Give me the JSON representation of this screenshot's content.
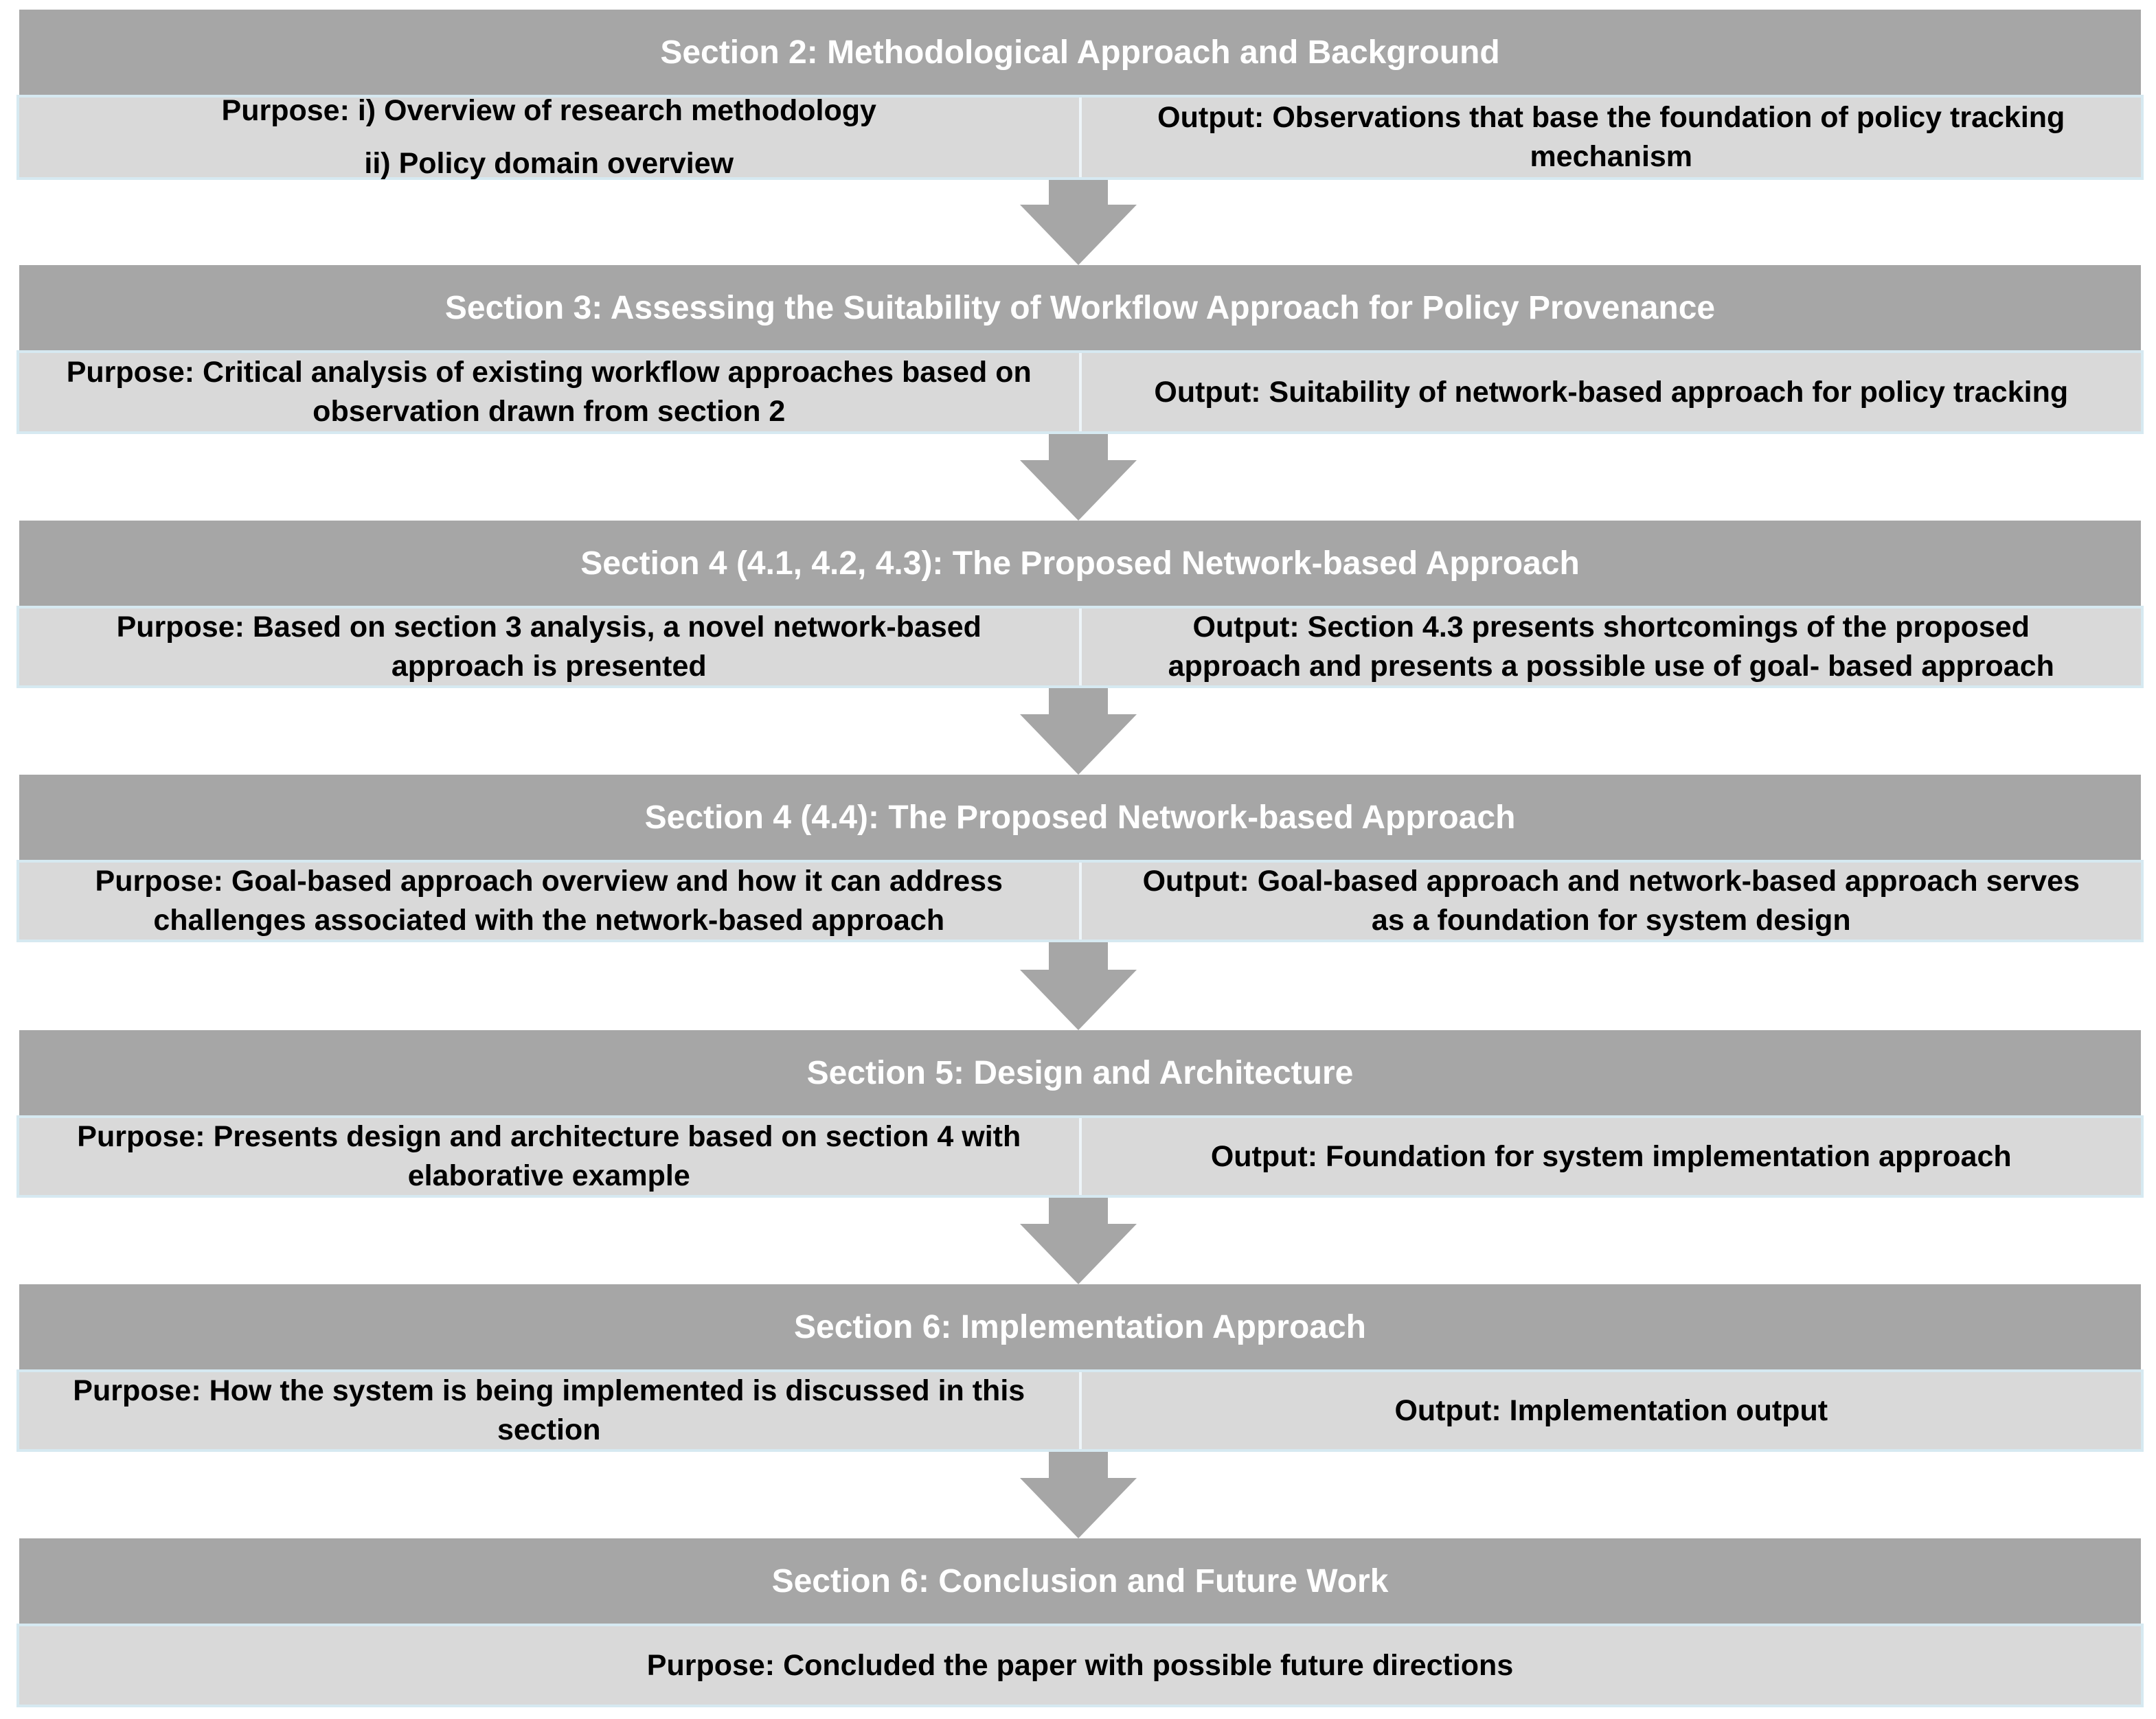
{
  "colors": {
    "header_fill": "#a6a6a6",
    "header_text": "#ffffff",
    "row_fill": "#d9d9d9",
    "row_border": "#d6e9f1",
    "arrow_fill": "#a6a6a6"
  },
  "sections": [
    {
      "title": "Section 2:  Methodological Approach and Background",
      "purpose_lines": [
        "Purpose: i) Overview of research methodology",
        "ii) Policy domain overview"
      ],
      "output_lines": [
        "Output:  Observations that base the foundation of policy tracking",
        "mechanism"
      ]
    },
    {
      "title": "Section 3: Assessing the Suitability of Workflow Approach for Policy Provenance",
      "purpose_lines": [
        "Purpose: Critical analysis of existing workflow approaches based on",
        "observation drawn  from section 2"
      ],
      "output_lines": [
        "Output:  Suitability of network-based approach for policy tracking"
      ]
    },
    {
      "title": "Section 4 (4.1, 4.2, 4.3): The Proposed Network-based Approach",
      "purpose_lines": [
        "Purpose:  Based on section 3 analysis, a novel  network-based",
        "approach   is presented"
      ],
      "output_lines": [
        "Output:  Section 4.3 presents shortcomings of the proposed",
        "approach and presents a possible use of goal- based approach"
      ]
    },
    {
      "title": "Section 4 (4.4): The Proposed Network-based Approach",
      "purpose_lines": [
        "Purpose: Goal-based approach overview  and  how it can address",
        "challenges associated with the network-based approach"
      ],
      "output_lines": [
        "Output:  Goal-based approach and network-based approach serves",
        "as a foundation for system design"
      ]
    },
    {
      "title": "Section 5: Design and Architecture",
      "purpose_lines": [
        "Purpose: Presents design and architecture based on section 4 with",
        "elaborative example"
      ],
      "output_lines": [
        "Output:  Foundation  for system implementation approach"
      ]
    },
    {
      "title": "Section 6: Implementation Approach",
      "purpose_lines": [
        "Purpose: How the system is being implemented is discussed in this",
        "section"
      ],
      "output_lines": [
        "Output:  Implementation output"
      ]
    },
    {
      "title": "Section 6: Conclusion and Future Work",
      "purpose_lines": [
        "Purpose: Concluded the paper with possible future directions"
      ],
      "output_lines": []
    }
  ]
}
